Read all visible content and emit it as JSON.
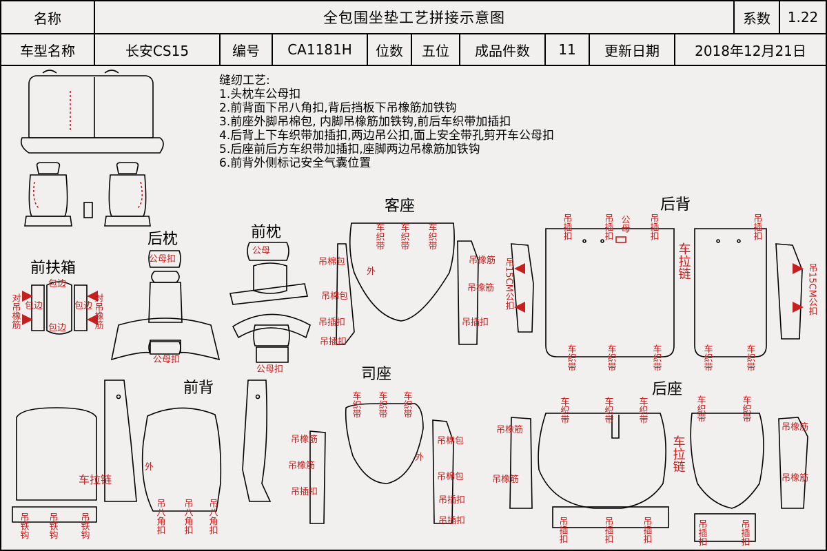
{
  "header": {
    "name_label": "名称",
    "title": "全包围坐垫工艺拼接示意图",
    "coef_label": "系数",
    "coef_value": "1.22",
    "model_label": "车型名称",
    "model_value": "长安CS15",
    "code_label": "编号",
    "code_value": "CA1181H",
    "seats_label": "位数",
    "seats_value": "五位",
    "pieces_label": "成品件数",
    "pieces_value": "11",
    "date_label": "更新日期",
    "date_value": "2018年12月21日"
  },
  "craft": {
    "title": "缝纫工艺:",
    "steps": [
      "1.头枕车公母扣",
      "2.前背面下吊八角扣,背后挡板下吊橡筋加铁钩",
      "3.前座外脚吊棉包, 内脚吊橡筋加铁钩,前后车织带加插扣",
      "4.后背上下车织带加插扣,两边吊公扣,面上安全带孔剪开车公母扣",
      "5.后座前后方车织带加插扣,座脚两边吊橡筋加铁钩",
      "6.前背外侧标记安全气囊位置"
    ]
  },
  "sections": {
    "front_armrest": "前扶箱",
    "rear_headrest": "后枕",
    "front_headrest": "前枕",
    "passenger_seat": "客座",
    "rear_back": "后背",
    "front_back": "前背",
    "driver_seat": "司座",
    "rear_seat": "后座"
  },
  "labels": {
    "bao_bian": "包边",
    "dui_diao_xiang_jin": "对吊橡筋",
    "gong_mu_kou": "公母扣",
    "che_zhi_dai": "车织带",
    "diao_mian_bao": "吊棉包",
    "diao_xiang_jin": "吊橡筋",
    "diao_cha_kou": "吊插扣",
    "wai": "外",
    "diao_15cm_gong_kou": "吊15CM公扣",
    "che_la_lian": "车拉链",
    "diao_tie_gou": "吊铁钩",
    "diao_ba_jiao_kou": "吊八角扣",
    "gong_mu": "公母"
  },
  "colors": {
    "background": "#f1f0ee",
    "line": "#000000",
    "annotation": "#c51f1f",
    "watermark": "#5b9bd5"
  }
}
